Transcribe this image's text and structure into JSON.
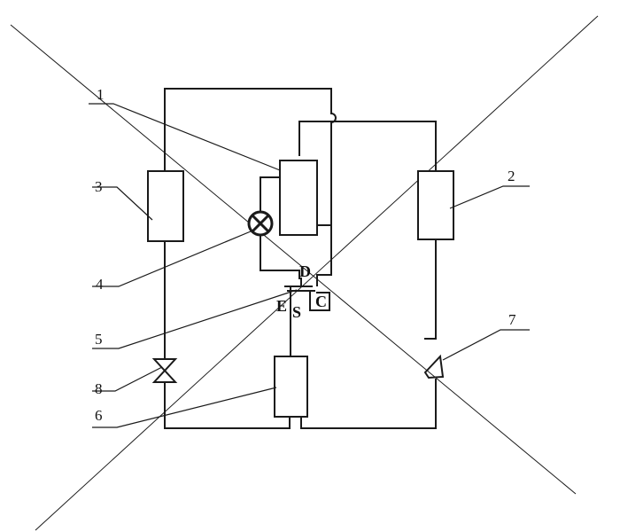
{
  "callouts": [
    {
      "id": "1",
      "text": "1"
    },
    {
      "id": "2",
      "text": "2"
    },
    {
      "id": "3",
      "text": "3"
    },
    {
      "id": "4",
      "text": "4"
    },
    {
      "id": "5",
      "text": "5"
    },
    {
      "id": "6",
      "text": "6"
    },
    {
      "id": "7",
      "text": "7"
    },
    {
      "id": "8",
      "text": "8"
    }
  ],
  "terminals": {
    "d": "D",
    "e": "E",
    "s": "S",
    "c": "C"
  }
}
